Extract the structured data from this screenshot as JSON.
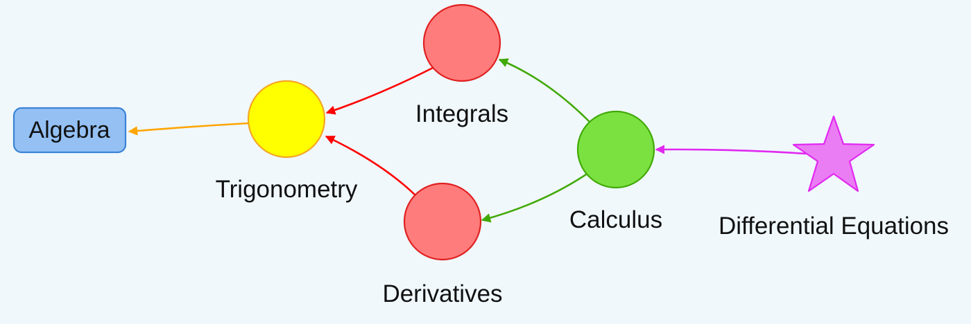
{
  "nodes": {
    "algebra": {
      "label": "Algebra",
      "shape": "box",
      "fill": "#94c0f4",
      "stroke": "#3b83d6"
    },
    "trigonometry": {
      "label": "Trigonometry",
      "shape": "circle",
      "fill": "#ffff00",
      "stroke": "#f5a623"
    },
    "integrals": {
      "label": "Integrals",
      "shape": "circle",
      "fill": "#ff7c7c",
      "stroke": "#e02020"
    },
    "derivatives": {
      "label": "Derivatives",
      "shape": "circle",
      "fill": "#ff7c7c",
      "stroke": "#e02020"
    },
    "calculus": {
      "label": "Calculus",
      "shape": "circle",
      "fill": "#7be141",
      "stroke": "#41a906"
    },
    "differential_equations": {
      "label": "Differential Equations",
      "shape": "star",
      "fill": "#eb7df4",
      "stroke": "#e129f0"
    }
  },
  "edges": [
    {
      "from": "trigonometry",
      "to": "algebra",
      "color": "#ffa500"
    },
    {
      "from": "integrals",
      "to": "trigonometry",
      "color": "#ff0000"
    },
    {
      "from": "derivatives",
      "to": "trigonometry",
      "color": "#ff0000"
    },
    {
      "from": "calculus",
      "to": "integrals",
      "color": "#41a906"
    },
    {
      "from": "calculus",
      "to": "derivatives",
      "color": "#41a906"
    },
    {
      "from": "differential_equations",
      "to": "calculus",
      "color": "#e129f0"
    }
  ]
}
